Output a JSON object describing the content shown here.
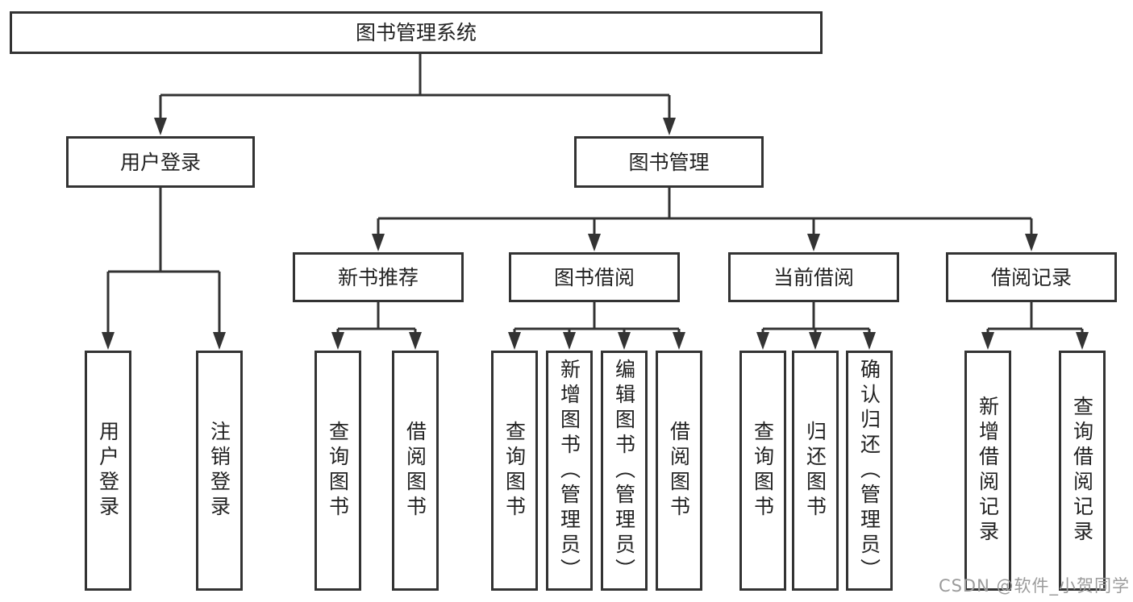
{
  "diagram": {
    "root": {
      "label": "图书管理系统"
    },
    "branches": [
      {
        "label": "用户登录",
        "children": [
          {
            "label": "用户登录"
          },
          {
            "label": "注销登录"
          }
        ]
      },
      {
        "label": "图书管理",
        "children": [
          {
            "label": "新书推荐",
            "children": [
              {
                "label": "查询图书"
              },
              {
                "label": "借阅图书"
              }
            ]
          },
          {
            "label": "图书借阅",
            "children": [
              {
                "label": "查询图书"
              },
              {
                "label": "新增图书（管理员）"
              },
              {
                "label": "编辑图书（管理员）"
              },
              {
                "label": "借阅图书"
              }
            ]
          },
          {
            "label": "当前借阅",
            "children": [
              {
                "label": "查询图书"
              },
              {
                "label": "归还图书"
              },
              {
                "label": "确认归还（管理员）"
              }
            ]
          },
          {
            "label": "借阅记录",
            "children": [
              {
                "label": "新增借阅记录"
              },
              {
                "label": "查询借阅记录"
              }
            ]
          }
        ]
      }
    ]
  },
  "watermark": {
    "text": "CSDN @软件_小贺同学"
  },
  "colors": {
    "line": "#333333",
    "text": "#222222",
    "watermark": "#9b9b9b",
    "background": "#ffffff"
  }
}
